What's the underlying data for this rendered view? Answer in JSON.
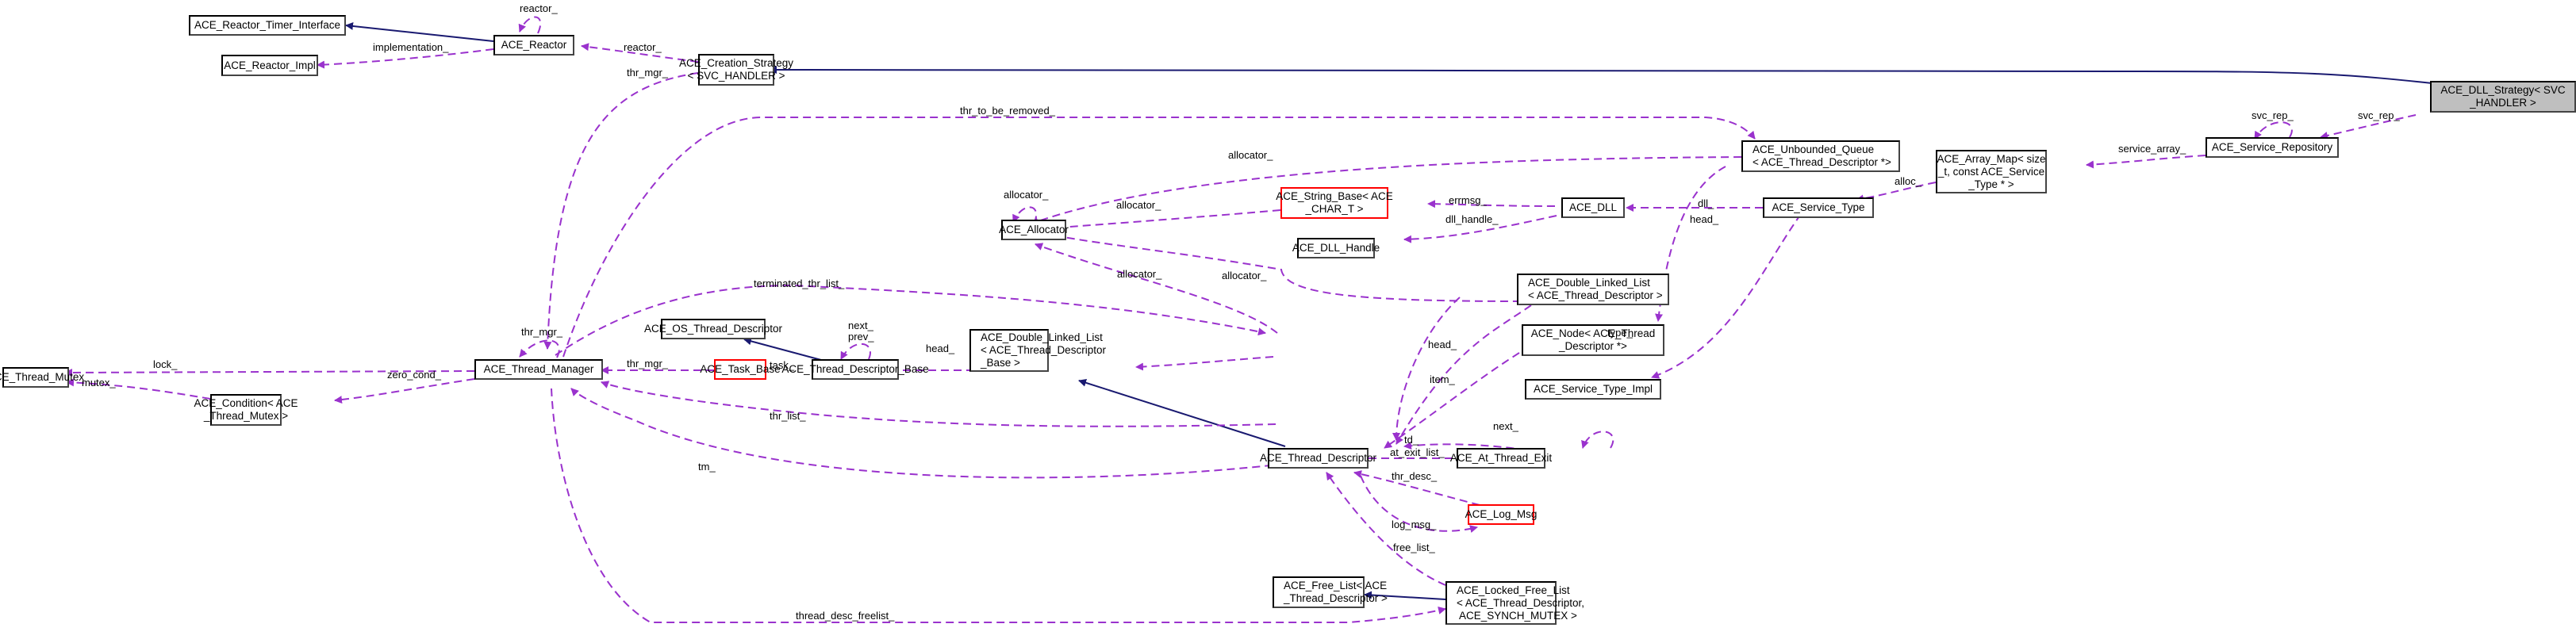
{
  "diagram": {
    "title": "ACE_DLL_Strategy< SVC_HANDLER > collaboration graph",
    "colors": {
      "dependency": "#9a32cd",
      "inheritance": "#191970",
      "focus_fill": "#bfbfbf",
      "undocumented_border": "#ff0000"
    },
    "nodes": {
      "reactor_timer_interface": "ACE_Reactor_Timer_Interface",
      "reactor_impl": "ACE_Reactor_Impl",
      "reactor": "ACE_Reactor",
      "creation_strategy": "ACE_Creation_Strategy\n< SVC_HANDLER >",
      "dll_strategy": "ACE_DLL_Strategy< SVC\n_HANDLER >",
      "service_repository": "ACE_Service_Repository",
      "array_map": "ACE_Array_Map< size\n_t, const ACE_Service\n_Type * >",
      "unbounded_queue": "ACE_Unbounded_Queue\n< ACE_Thread_Descriptor *>",
      "service_type": "ACE_Service_Type",
      "string_base": "ACE_String_Base< ACE\n_CHAR_T >",
      "dll": "ACE_DLL",
      "allocator": "ACE_Allocator",
      "dll_handle": "ACE_DLL_Handle",
      "double_linked_list_td": "ACE_Double_Linked_List\n< ACE_Thread_Descriptor >",
      "node_td": "ACE_Node< ACE_Thread\n_Descriptor *>",
      "service_type_impl": "ACE_Service_Type_Impl",
      "os_thread_descriptor": "ACE_OS_Thread_Descriptor",
      "double_linked_list_tdb": "ACE_Double_Linked_List\n< ACE_Thread_Descriptor\n_Base >",
      "thread_mutex": "ACE_Thread_Mutex",
      "thread_manager": "ACE_Thread_Manager",
      "task_base": "ACE_Task_Base",
      "thread_descriptor_base": "ACE_Thread_Descriptor_Base",
      "condition": "ACE_Condition< ACE\n_Thread_Mutex >",
      "thread_descriptor": "ACE_Thread_Descriptor",
      "at_thread_exit": "ACE_At_Thread_Exit",
      "log_msg": "ACE_Log_Msg",
      "free_list": "ACE_Free_List< ACE\n_Thread_Descriptor >",
      "locked_free_list": "ACE_Locked_Free_List\n< ACE_Thread_Descriptor,\n ACE_SYNCH_MUTEX >"
    },
    "edge_labels": {
      "reactor_self": "reactor_",
      "implementation": "implementation_",
      "reactor": "reactor_",
      "thr_mgr_cs": "thr_mgr_",
      "thr_to_be_removed": "thr_to_be_removed_",
      "svc_rep_self": "svc_rep_",
      "svc_rep": "svc_rep_",
      "service_array": "service_array_",
      "alloc": "alloc_",
      "allocator_uq": "allocator_",
      "allocator_self": "allocator_",
      "allocator_sb": "allocator_",
      "errmsg": "errmsg_",
      "dll_handle": "dll_handle_",
      "dll": "dll_",
      "head_uq": "head_",
      "allocator_dll_tdb": "allocator_",
      "allocator_dll_td": "allocator_",
      "terminated_thr_list": "terminated_thr_list_",
      "next_prev": "next_\nprev_",
      "head_tdb": "head_",
      "type": "type_",
      "head_td": "head_",
      "item": "item_",
      "thr_mgr_self": "thr_mgr_",
      "lock": "lock_",
      "zero_cond": "zero_cond_",
      "mutex": "mutex_",
      "thr_mgr_task": "thr_mgr_",
      "task": "task_",
      "thr_list": "thr_list_",
      "tm": "tm_",
      "td": "td_",
      "at_exit_list": "at_exit_list_",
      "next_ate": "next_",
      "thr_desc": "thr_desc_",
      "log_msg": "log_msg_",
      "free_list": "free_list_",
      "thread_desc_freelist": "thread_desc_freelist_"
    }
  }
}
